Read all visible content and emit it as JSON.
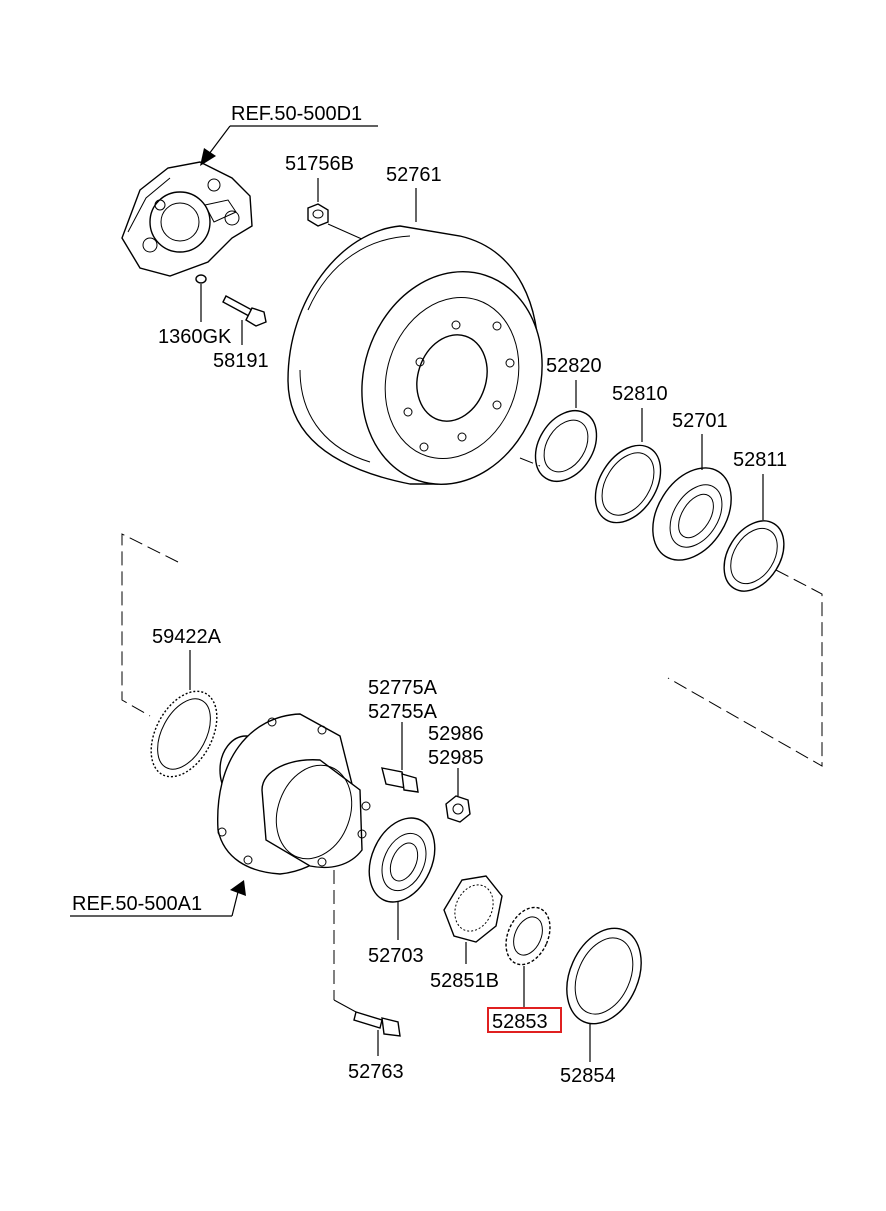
{
  "refs": {
    "top": "REF.50-500D1",
    "bottom": "REF.50-500A1"
  },
  "parts": {
    "p51756B": "51756B",
    "p52761": "52761",
    "p1360GK": "1360GK",
    "p58191": "58191",
    "p52820": "52820",
    "p52810": "52810",
    "p52701": "52701",
    "p52811": "52811",
    "p59422A": "59422A",
    "p52775A": "52775A",
    "p52755A": "52755A",
    "p52986": "52986",
    "p52985": "52985",
    "p52703": "52703",
    "p52851B": "52851B",
    "p52853": "52853",
    "p52854": "52854",
    "p52763": "52763"
  },
  "highlighted_part": "52853",
  "colors": {
    "highlight": "#e02020",
    "line": "#000000",
    "background": "#ffffff"
  }
}
